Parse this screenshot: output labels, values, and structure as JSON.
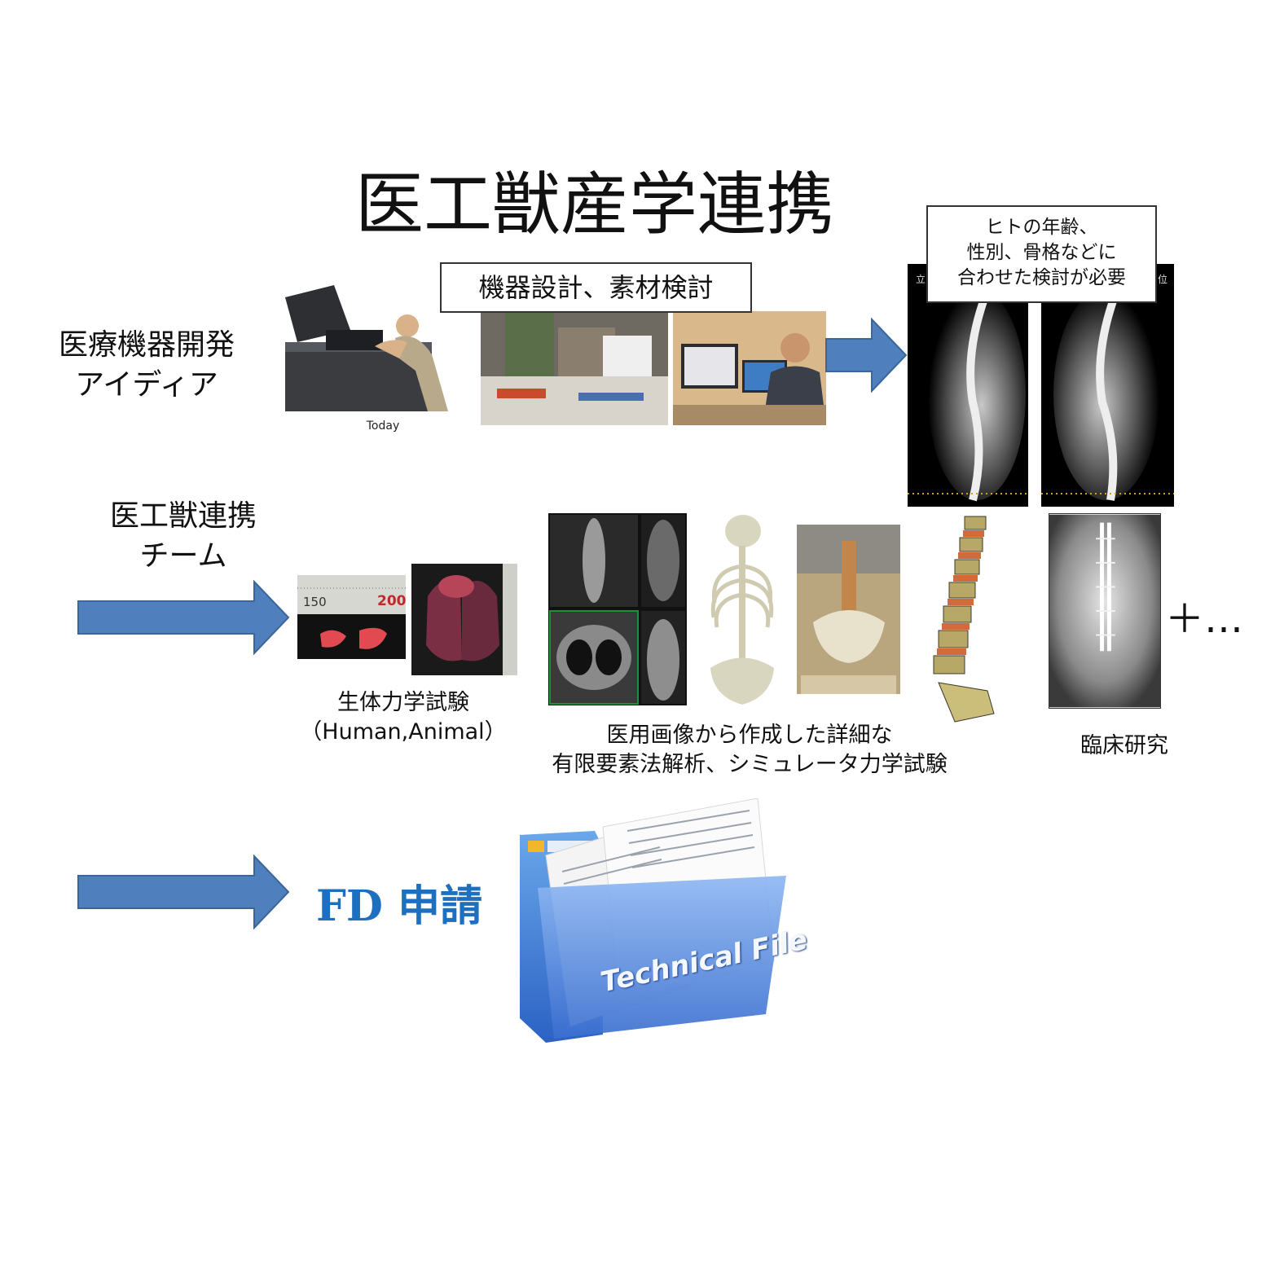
{
  "title": "医工獣産学連携",
  "row1": {
    "label_line1": "医療機器開発",
    "label_line2": "アイディア",
    "design_box": "機器設計、素材検討",
    "photo_caption": "Today",
    "callout_line1": "ヒトの年齢、",
    "callout_line2": "性別、骨格などに",
    "callout_line3": "合わせた検討が必要",
    "xray_mark_left": "立",
    "xray_mark_right": "位"
  },
  "row2": {
    "label_line1": "医工獣連携",
    "label_line2": "チーム",
    "ruler_value": "200",
    "ruler_ticks": "150",
    "bio_caption_line1": "生体力学試験",
    "bio_caption_line2": "（Human,Animal）",
    "fem_caption_line1": "医用画像から作成した詳細な",
    "fem_caption_line2": "有限要素法解析、シミュレータ力学試験",
    "clinical_caption": "臨床研究",
    "more": "＋…"
  },
  "row3": {
    "fd_label": "FD 申請",
    "folder_text": "Technical File"
  },
  "colors": {
    "arrow_fill": "#4f7fbd",
    "arrow_stroke": "#3a6699",
    "fd_text": "#1d6fc0"
  }
}
